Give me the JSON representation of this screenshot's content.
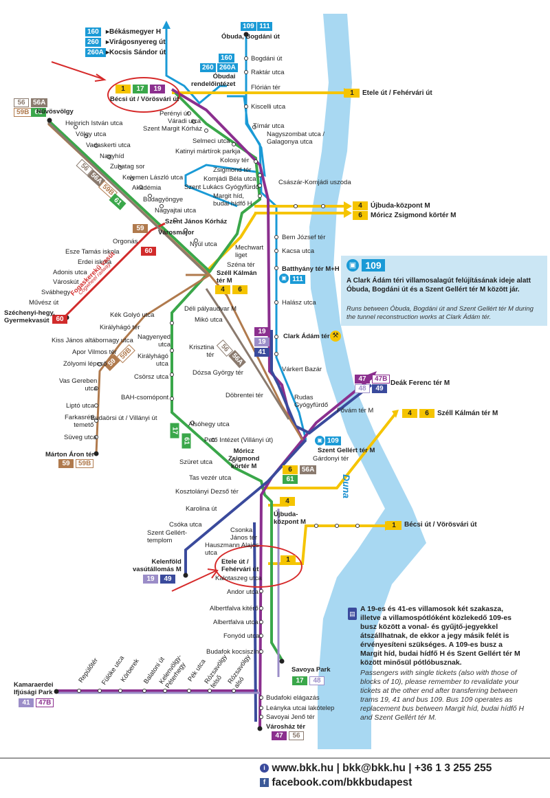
{
  "colors": {
    "blue": "#1a9ad6",
    "yellow": "#f5c400",
    "green": "#3aa74a",
    "purple": "#8b2f8e",
    "brown": "#b07a4d",
    "red": "#d12b2b",
    "darkblue": "#3a4a9c",
    "gray": "#8a7a6e",
    "lightpurple": "#9b8dc8",
    "river": "#a8d8f2"
  },
  "icons": {
    "bus109": "bus-icon",
    "construction": "construction-worker-icon",
    "ticket": "ticket-icon",
    "info": "info-icon",
    "facebook": "facebook-icon"
  },
  "top_legend": [
    {
      "num": "160",
      "dest": "▸Békásmegyer H"
    },
    {
      "num": "260",
      "dest": "▸Virágosnyereg út"
    },
    {
      "num": "260A",
      "dest": "▸Kocsis Sándor út"
    }
  ],
  "badges": {
    "b109a": "109",
    "b111a": "111",
    "b160": "160",
    "b260": "260",
    "b260A": "260A",
    "b1": "1",
    "b17": "17",
    "b19": "19",
    "b56": "56",
    "b56A": "56A",
    "b59B": "59B",
    "b61": "61",
    "b59": "59",
    "b60": "60",
    "b60b": "60",
    "b4": "4",
    "b6": "6",
    "b109": "109",
    "b111": "111",
    "b19b": "19",
    "b19c": "19",
    "b41": "41",
    "b47": "47",
    "b47B": "47B",
    "b48": "48",
    "b49": "49",
    "b17b": "17",
    "b61b": "61",
    "b59b": "59",
    "b59Bb": "59B",
    "b6b": "6",
    "b56Ab": "56A",
    "b61c": "61",
    "b4c": "4",
    "b1b": "1",
    "b19d": "19",
    "b49b": "49",
    "b17c": "17",
    "b48b": "48",
    "b41b": "41",
    "b47Bb": "47B",
    "b47c": "47",
    "b56c": "56",
    "b109c": "109",
    "b56d": "56",
    "b56Ad": "56A",
    "b4d": "4",
    "b6d": "6",
    "b59c": "59",
    "b59Bc": "59B",
    "b56e": "56",
    "b56Ae": "56A",
    "b59Be": "59B",
    "b61e": "61"
  },
  "stops": {
    "obuda": "Óbuda, Bogdáni út",
    "bogdani": "Bogdáni út",
    "raktar": "Raktár utca",
    "obudai_rend": "Óbudai\nrendelőintézet",
    "florian": "Flórián tér",
    "becsi": "Bécsi út / Vörösvári út",
    "kiscelli": "Kiscelli utca",
    "timar": "Tímár utca",
    "nagyszombat": "Nagyszombat utca /\nGalagonya utca",
    "perenyi": "Perényi út",
    "varadi": "Váradi utca",
    "szent_margit_korhaz": "Szent Margit Kórház",
    "selmeci": "Selmeci utca",
    "katinyi": "Katinyi mártírok parkja",
    "kolosy": "Kolosy tér",
    "zsigmond": "Zsigmond tér",
    "csaszar": "Császár-Komjádi uszoda",
    "komjadi": "Komjádi Béla utca",
    "szent_lukacs": "Szent Lukács Gyógyfürdő",
    "margit_hid": "Margit híd,\nbudai hídfő H",
    "huvosvolgy": "Hűvösvölgy",
    "heinrich": "Heinrich István utca",
    "volgy": "Völgy utca",
    "vadaskerti": "Vadaskerti utca",
    "nagyhid": "Nagyhíd",
    "zuhatag": "Zuhatag sor",
    "kelemen": "Kelemen László utca",
    "akademia": "Akadémia",
    "budagyongye": "Budagyöngye",
    "nagyajtai": "Nagyajtai utca",
    "szent_janos": "Szent János Kórház",
    "varosmajor": "Városmajor",
    "nyul": "Nyúl utca",
    "orgonas": "Orgonás",
    "esze": "Esze Tamás iskola",
    "erdei": "Erdei iskola",
    "adonis": "Adonis utca",
    "varoskut": "Városkút",
    "svabhegy": "Svábhegy",
    "muvesz": "Művész út",
    "szechenyi": "Széchenyi-hegy,\nGyermekvasút",
    "fogas": "Fogaskerekű vasút",
    "cog": "Cogwheel railway",
    "mechwart": "Mechwart\nliget",
    "szena": "Széna tér",
    "szell": "Széll Kálmán\ntér M",
    "bem": "Bem József tér",
    "kacsa": "Kacsa utca",
    "batthyany": "Batthyány tér M+H",
    "halasz": "Halász utca",
    "clark": "Clark Ádám tér",
    "varkert": "Várkert Bazár",
    "rudas": "Rudas\nGyógyfürdő",
    "fovam": "Fővám tér M",
    "szent_gellert": "Szent Gellért tér M",
    "gardonyi": "Gárdonyi tér",
    "deli": "Déli pályaudvar M",
    "miko": "Mikó utca",
    "kek_golyo": "Kék Golyó utca",
    "kiralyhago": "Királyhágó tér",
    "kiss_janos": "Kiss János altábornagy utca",
    "apor": "Apor Vilmos tér",
    "zolyomi": "Zólyomi lépcső",
    "vas_gereben": "Vas Gereben\nutca",
    "lipto": "Liptó utca",
    "farkasreti": "Farkasréti\ntemető",
    "suveg": "Süveg utca",
    "marton_aron": "Márton Áron tér",
    "nagyenyed": "Nagyenyed\nutca",
    "kiralyhago_u": "Királyhágó\nutca",
    "csorsz": "Csörsz utca",
    "bah": "BAH-csomópont",
    "budaorsi": "Budaörsi út / Villányi út",
    "krisztina": "Krisztina\ntér",
    "dozsa": "Dózsa György tér",
    "dobrentei": "Döbrentei tér",
    "alsohegy": "Alsóhegy utca",
    "peto": "Pető Intézet (Villányi út)",
    "szuret": "Szüret utca",
    "moricz": "Móricz\nZsigmond\nkörtér M",
    "tas": "Tas vezér utca",
    "kosztolanyi": "Kosztolányi Dezső tér",
    "karolina": "Karolina út",
    "csoka": "Csóka utca",
    "szent_gellert_templom": "Szent Gellért-\ntemplom",
    "kelenfold": "Kelenföld\nvasútállomás M",
    "ujbuda": "Újbuda-\nközpont M",
    "csonka": "Csonka\nJános tér",
    "hauszmann": "Hauszmann Alajos\nutca",
    "etele": "Etele út /\nFehérvári út",
    "karolyfi": "Kalotaszeg utca",
    "andor": "Andor utca",
    "albertfalva_k": "Albertfalva kitérő",
    "albertfalva_u": "Albertfalva utca",
    "fonyod": "Fonyód utca",
    "budafok_k": "Budafok kocsiszín",
    "savoya": "Savoya Park",
    "budafoki": "Budafoki elágazás",
    "leanyka": "Leányka utcai lakótelep",
    "savoyai": "Savoyai Jenő tér",
    "varoshaz": "Városház tér",
    "kamaraerdei": "Kamaraerdei\nIfjúsági Park",
    "repuloter": "Repülőtér",
    "fulopke": "Fülöke utca",
    "korberek": "Körberek",
    "balatoni": "Balatoni út",
    "kelenvolgy": "Kelenvölgy-\nPéterhegy",
    "pek": "Pék utca",
    "rozsavolgy_f": "Rózsavölgy\nfelső",
    "rozsavolgy_a": "Rózsavölgy\nalsó"
  },
  "destinations": {
    "etele": "Etele út / Fehérvári út",
    "ujbuda": "Újbuda-központ M",
    "moricz": "Móricz Zsigmond körtér M",
    "deak": "Deák Ferenc tér M",
    "szell": "Széll Kálmán tér M",
    "becsi": "Bécsi út / Vörösvári út"
  },
  "info109": {
    "num": "109",
    "hu": "A Clark Ádám téri villamosalagút felújításának ideje alatt Óbuda, Bogdáni út és a Szent Gellért tér M között jár.",
    "en": "Runs between Óbuda, Bogdáni út and Szent Gellért tér M during the tunnel reconstruction works at Clark Ádám tér."
  },
  "note": {
    "hu": "A 19-es és 41-es villamosok két szakasza, illetve a villamospótlóként közlekedő 109-es busz között a vonal- és gyűjtő-jegyekkel átszállhatnak, de ekkor a jegy másik felét is érvényesíteni szükséges. A 109-es busz a Margit híd, budai hídfő H és Szent Gellért tér M között minősül pótlóbusznak.",
    "en": "Passengers with single tickets (also with those of blocks of 10), please remember to revalidate your tickets at the other end after transferring between trams 19, 41 and bus 109. Bus 109 operates as replacement bus between Margit híd, budai hídfő H and Szent Gellért tér M."
  },
  "river_label": "Duna",
  "footer": {
    "contact": "www.bkk.hu | bkk@bkk.hu | +36 1 3 255 255",
    "facebook": "facebook.com/bkkbudapest"
  }
}
